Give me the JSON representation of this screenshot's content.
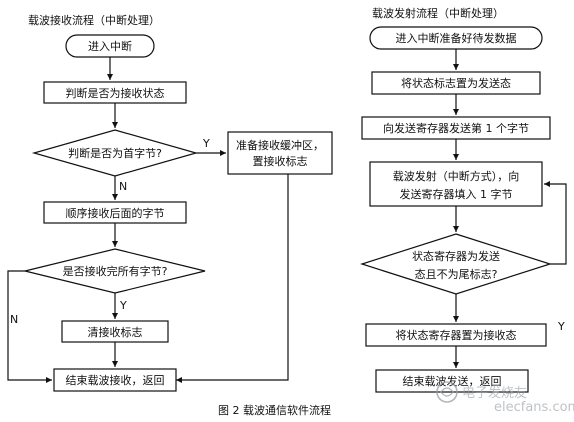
{
  "figure": {
    "caption": "图 2  载波通信软件流程"
  },
  "left": {
    "title": "载波接收流程（中断处理）",
    "start": "进入中断",
    "step_judge": "判断是否为接收状态",
    "decision_first": "判断是否为首字节?",
    "label_y_first": "Y",
    "label_n_first": "N",
    "prepare_line1": "准备接收缓冲区，",
    "prepare_line2": "置接收标志",
    "step_seq": "顺序接收后面的字节",
    "decision_all": "是否接收完所有字节?",
    "label_y_all": "Y",
    "label_n_all": "N",
    "clear": "清接收标志",
    "end": "结束载波接收，返回"
  },
  "right": {
    "title": "载波发射流程（中断处理）",
    "start": "进入中断准备好待发数据",
    "set_state": "将状态标志置为发送态",
    "send_first": "向发送寄存器发送第 1 个字节",
    "send_line1": "载波发射（中断方式），向",
    "send_line2": "发送寄存器填入 1 字节",
    "decision_line1": "状态寄存器为发送",
    "decision_line2": "态且不为尾标志?",
    "label_y": "Y",
    "set_receive": "将状态寄存器置为接收态",
    "end": "结束载波发送，返回"
  },
  "watermark": {
    "text": "电子发烧友",
    "site": "elecfans.com"
  }
}
